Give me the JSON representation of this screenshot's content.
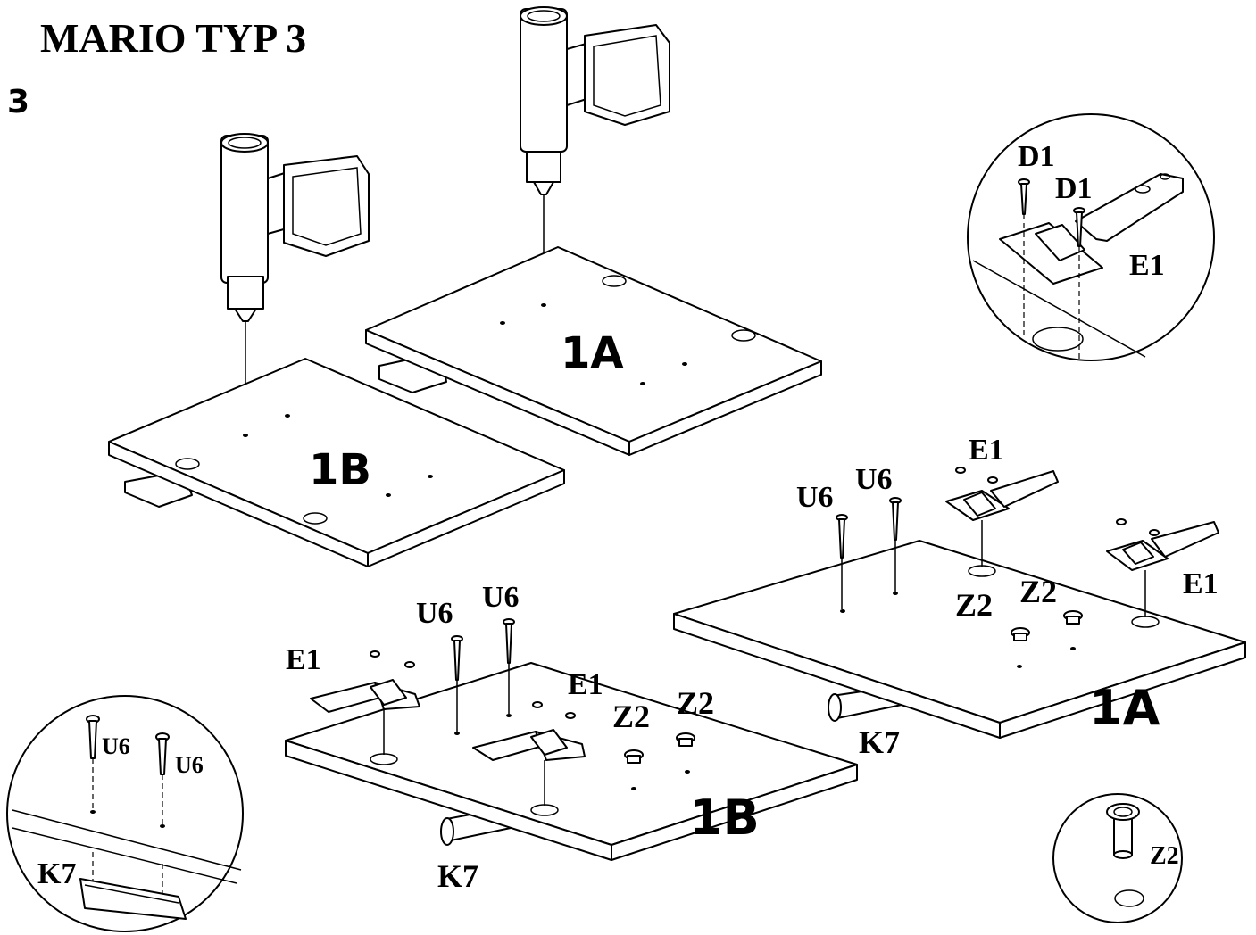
{
  "title": "MARIO TYP 3",
  "step_number": "3",
  "panels": {
    "panel_1a_top": "1A",
    "panel_1b_top": "1B",
    "panel_1a_bottom": "1A",
    "panel_1b_bottom": "1B"
  },
  "parts": {
    "d1_a": "D1",
    "d1_b": "D1",
    "e1_detail": "E1",
    "e1_1a_top": "E1",
    "e1_1a_right": "E1",
    "u6_1a_left": "U6",
    "u6_1a_right": "U6",
    "z2_1a_left": "Z2",
    "z2_1a_right": "Z2",
    "k7_1a": "K7",
    "e1_1b_left": "E1",
    "e1_1b_mid": "E1",
    "u6_1b_left": "U6",
    "u6_1b_right": "U6",
    "z2_1b_left": "Z2",
    "z2_1b_right": "Z2",
    "k7_1b": "K7",
    "u6_detail_a": "U6",
    "u6_detail_b": "U6",
    "k7_detail": "K7",
    "z2_detail": "Z2"
  },
  "icons": [
    "drill-icon",
    "hinge-icon",
    "screw-icon",
    "handle-icon",
    "dowel-icon"
  ]
}
